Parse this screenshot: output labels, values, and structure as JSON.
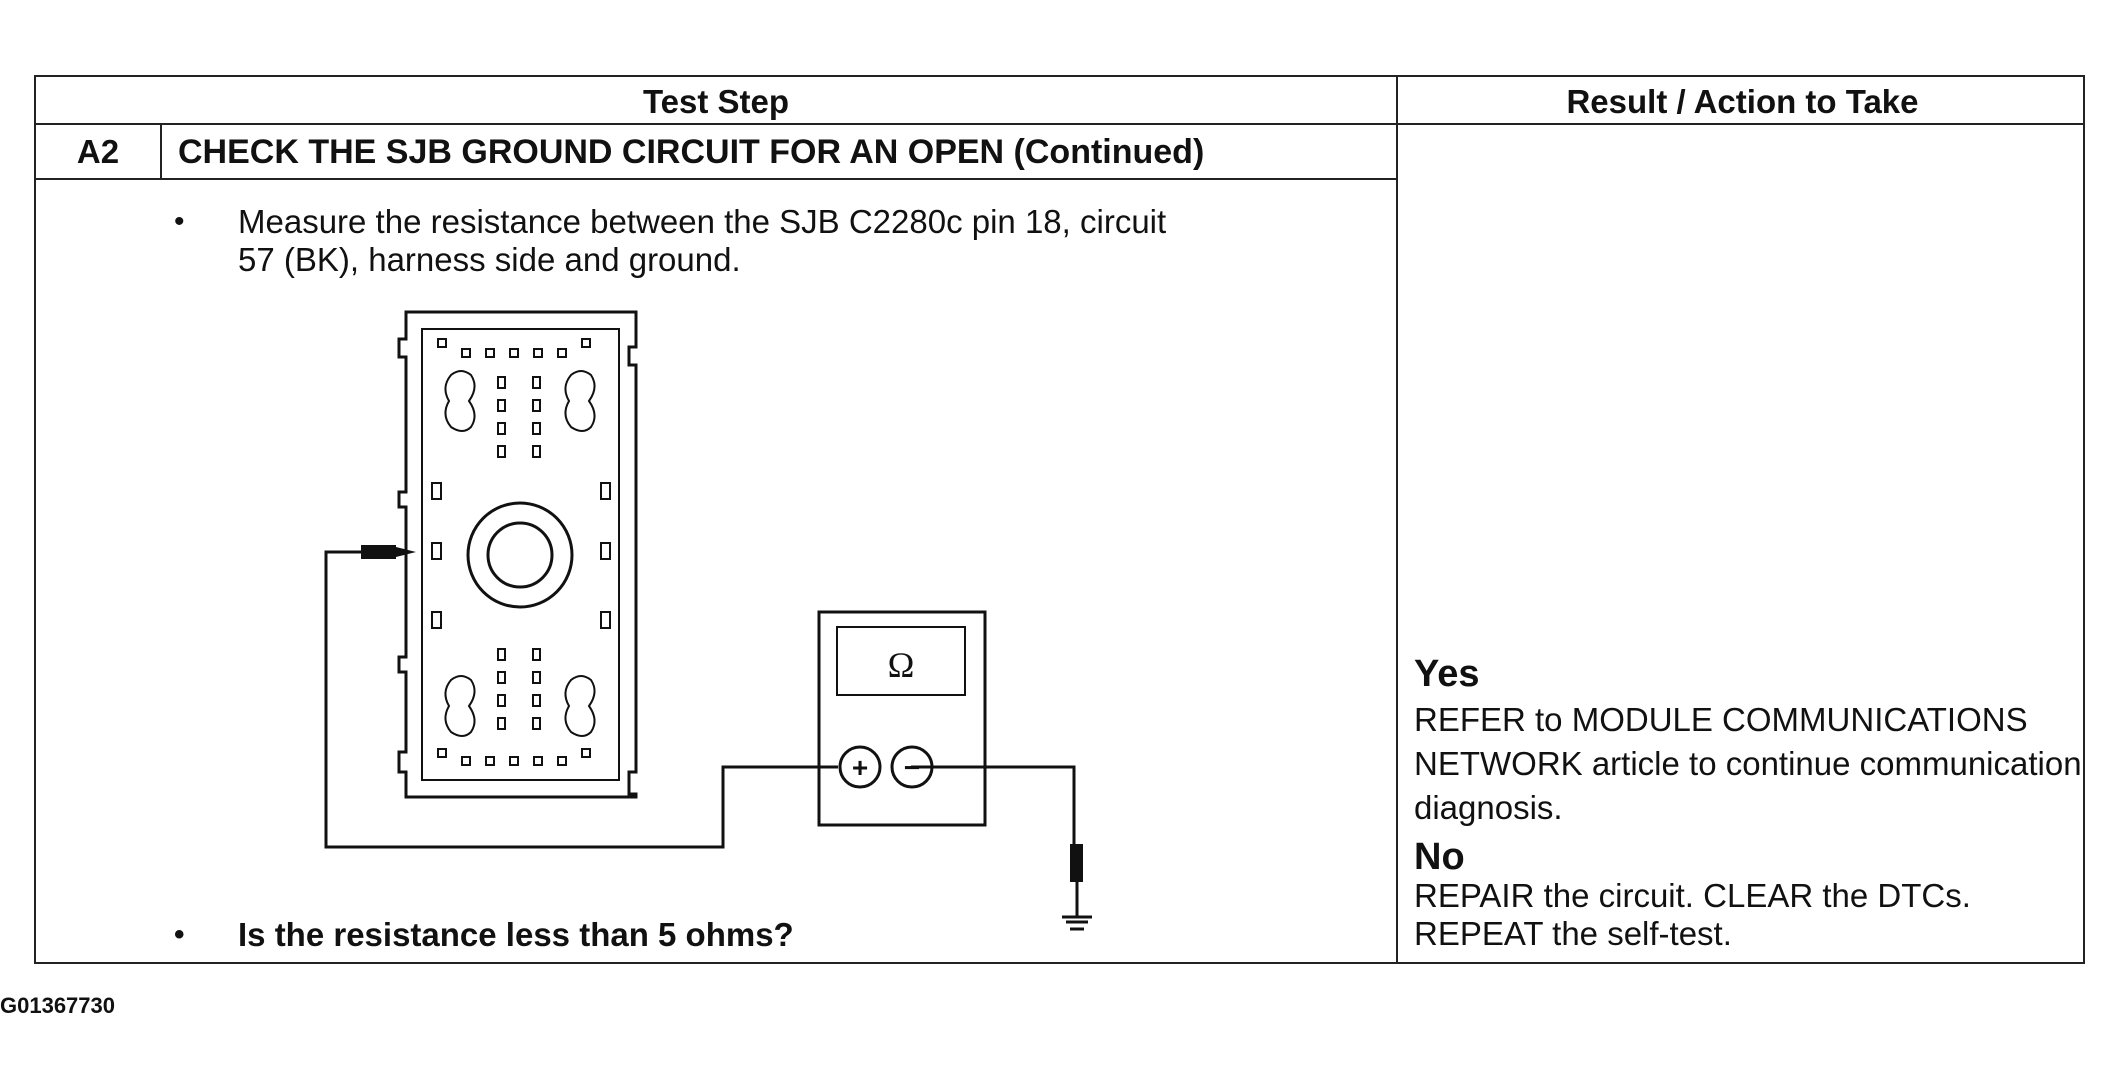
{
  "table": {
    "header_test_step": "Test Step",
    "header_result": "Result / Action to Take",
    "step_id": "A2",
    "step_title": "CHECK THE SJB GROUND CIRCUIT FOR AN OPEN (Continued)",
    "bullets": [
      "Measure the resistance between the SJB C2280c pin 18, circuit\n57 (BK), harness side and ground.",
      "Is the resistance less than 5 ohms?"
    ],
    "bullet_symbol": "•"
  },
  "diagram": {
    "meter_symbol": "Ω",
    "plus_symbol": "+",
    "minus_symbol": "−"
  },
  "results": {
    "yes_label": "Yes",
    "yes_text": "REFER to MODULE COMMUNICATIONS NETWORK article to continue communication diagnosis.",
    "no_label": "No",
    "no_text": "REPAIR the circuit. CLEAR the DTCs. REPEAT the self-test."
  },
  "figure_code": "G01367730"
}
